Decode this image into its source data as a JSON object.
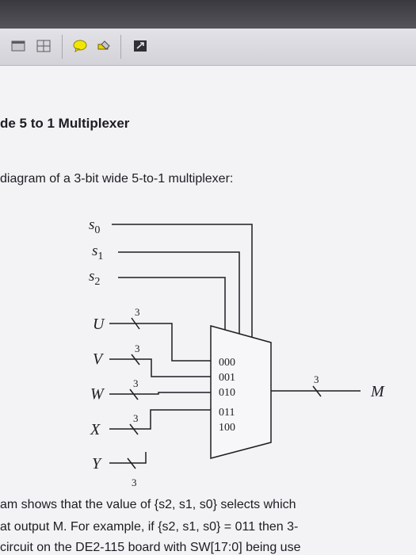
{
  "toolbar": {
    "icons": [
      "window-icon",
      "grid-icon",
      "comment-icon",
      "highlight-icon",
      "resize-icon"
    ]
  },
  "doc": {
    "heading": "de 5 to 1 Multiplexer",
    "intro": "diagram of a 3-bit wide 5-to-1 multiplexer:",
    "paragraph_lines": [
      "am shows that the value of {s2, s1, s0} selects which",
      "at output M.  For example, if {s2, s1, s0} = 011 then 3-",
      " circuit on the DE2-115 board with SW[17:0] being use"
    ]
  },
  "diagram": {
    "selects": [
      {
        "base": "s",
        "sub": "0"
      },
      {
        "base": "s",
        "sub": "1"
      },
      {
        "base": "s",
        "sub": "2"
      }
    ],
    "inputs": [
      "U",
      "V",
      "W",
      "X",
      "Y"
    ],
    "bus_width": "3",
    "codes": [
      "000",
      "001",
      "010",
      "011",
      "100"
    ],
    "output": "M"
  }
}
